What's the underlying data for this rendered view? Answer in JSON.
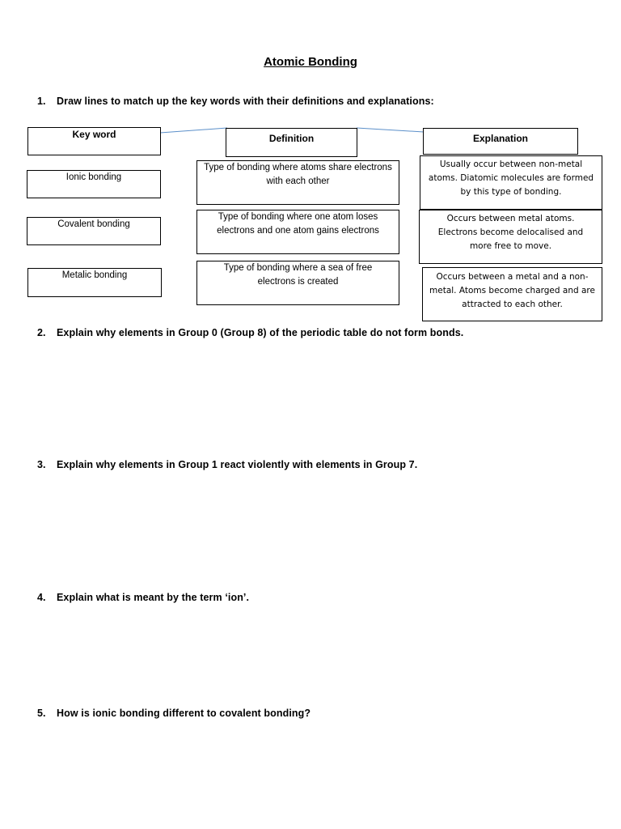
{
  "title": "Atomic Bonding",
  "questions": [
    {
      "number": "1.",
      "text": "Draw lines to match up the key words with their definitions and explanations:"
    },
    {
      "number": "2.",
      "text": "Explain why elements in Group 0 (Group 8) of the periodic table do not form bonds."
    },
    {
      "number": "3.",
      "text": "Explain why elements in Group 1 react violently with elements in Group 7."
    },
    {
      "number": "4.",
      "text": "Explain what is meant by the term ‘ion’."
    },
    {
      "number": "5.",
      "text": "How is ionic bonding different to covalent bonding?"
    }
  ],
  "headers": {
    "key_word": "Key word",
    "definition": "Definition",
    "explanation": "Explanation"
  },
  "key_words": [
    "Ionic bonding",
    "Covalent bonding",
    "Metalic bonding"
  ],
  "definitions": [
    "Type of bonding where atoms share electrons with each other",
    "Type of bonding where one atom loses electrons and one atom gains electrons",
    "Type of bonding where a sea of free electrons is created"
  ],
  "explanations": [
    "Usually occur between non-metal atoms.  Diatomic molecules are formed by this type of bonding.",
    "Occurs between metal atoms.  Electrons become delocalised and more free to move.",
    "Occurs between a metal and a non-metal.  Atoms become charged and are attracted to each other."
  ],
  "colors": {
    "connector_line": "#5b8fc9"
  }
}
